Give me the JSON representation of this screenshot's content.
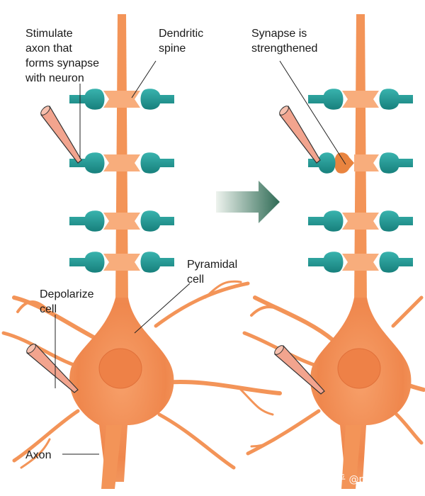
{
  "labels": {
    "stimulate": [
      "Stimulate",
      "axon that",
      "forms synapse",
      "with neuron"
    ],
    "dendritic_spine": [
      "Dendritic",
      "spine"
    ],
    "synapse_strengthened": [
      "Synapse is",
      "strengthened"
    ],
    "pyramidal_cell": [
      "Pyramidal",
      "cell"
    ],
    "depolarize_cell": [
      "Depolarize",
      "cell"
    ],
    "axon": "Axon"
  },
  "watermark": "知乎 @psycho-cnq",
  "colors": {
    "neuron": "#f39458",
    "neuron_dark": "#e8663a",
    "neuron_light": "#fbb887",
    "spine": "#f8ad7c",
    "spine_strengthened": "#e9843f",
    "axon_terminal": "#1f9a96",
    "electrode": "#f2a48e",
    "arrow_start": "#eef3ee",
    "arrow_end": "#2f6b55"
  },
  "icons": {
    "electrode": "electrode-icon",
    "arrow": "right-arrow-icon"
  }
}
